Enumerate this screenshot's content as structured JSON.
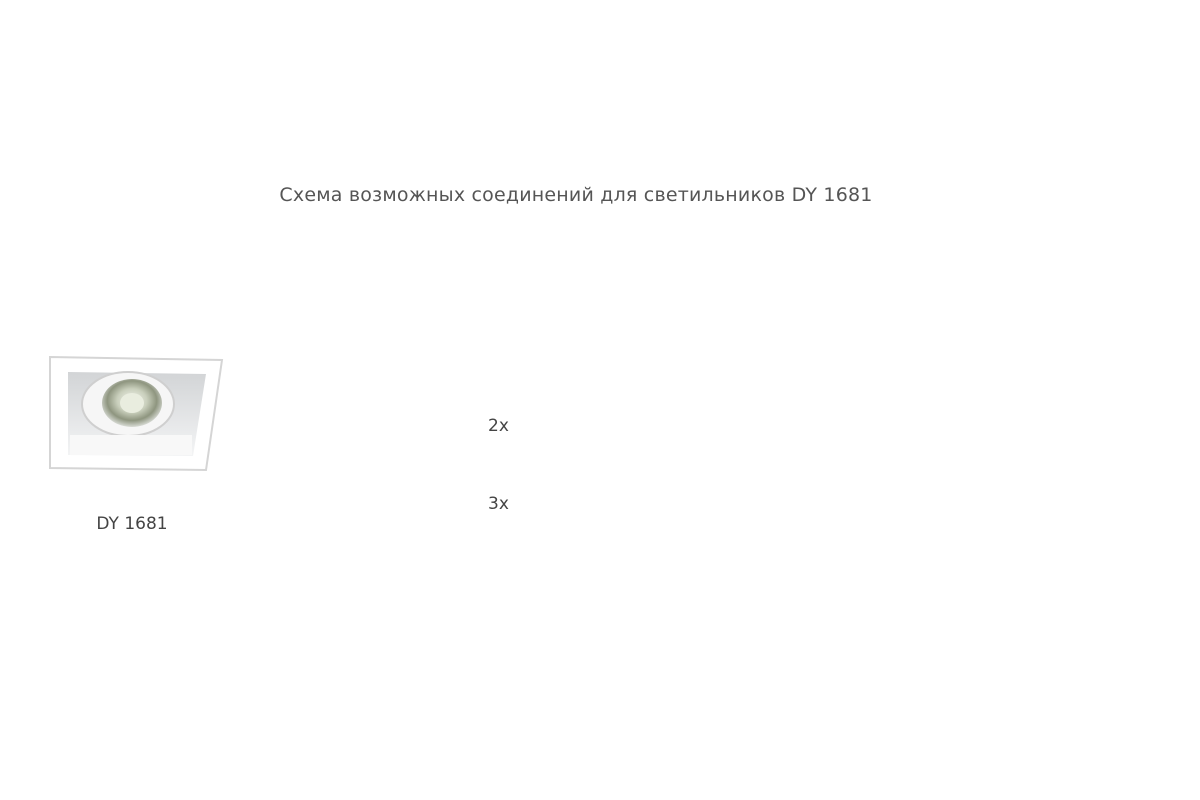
{
  "diagram": {
    "title": "Схема возможных соединений для светильников DY 1681",
    "product_label": "DY 1681",
    "counts": [
      {
        "label": "2x"
      },
      {
        "label": "3x"
      }
    ]
  }
}
